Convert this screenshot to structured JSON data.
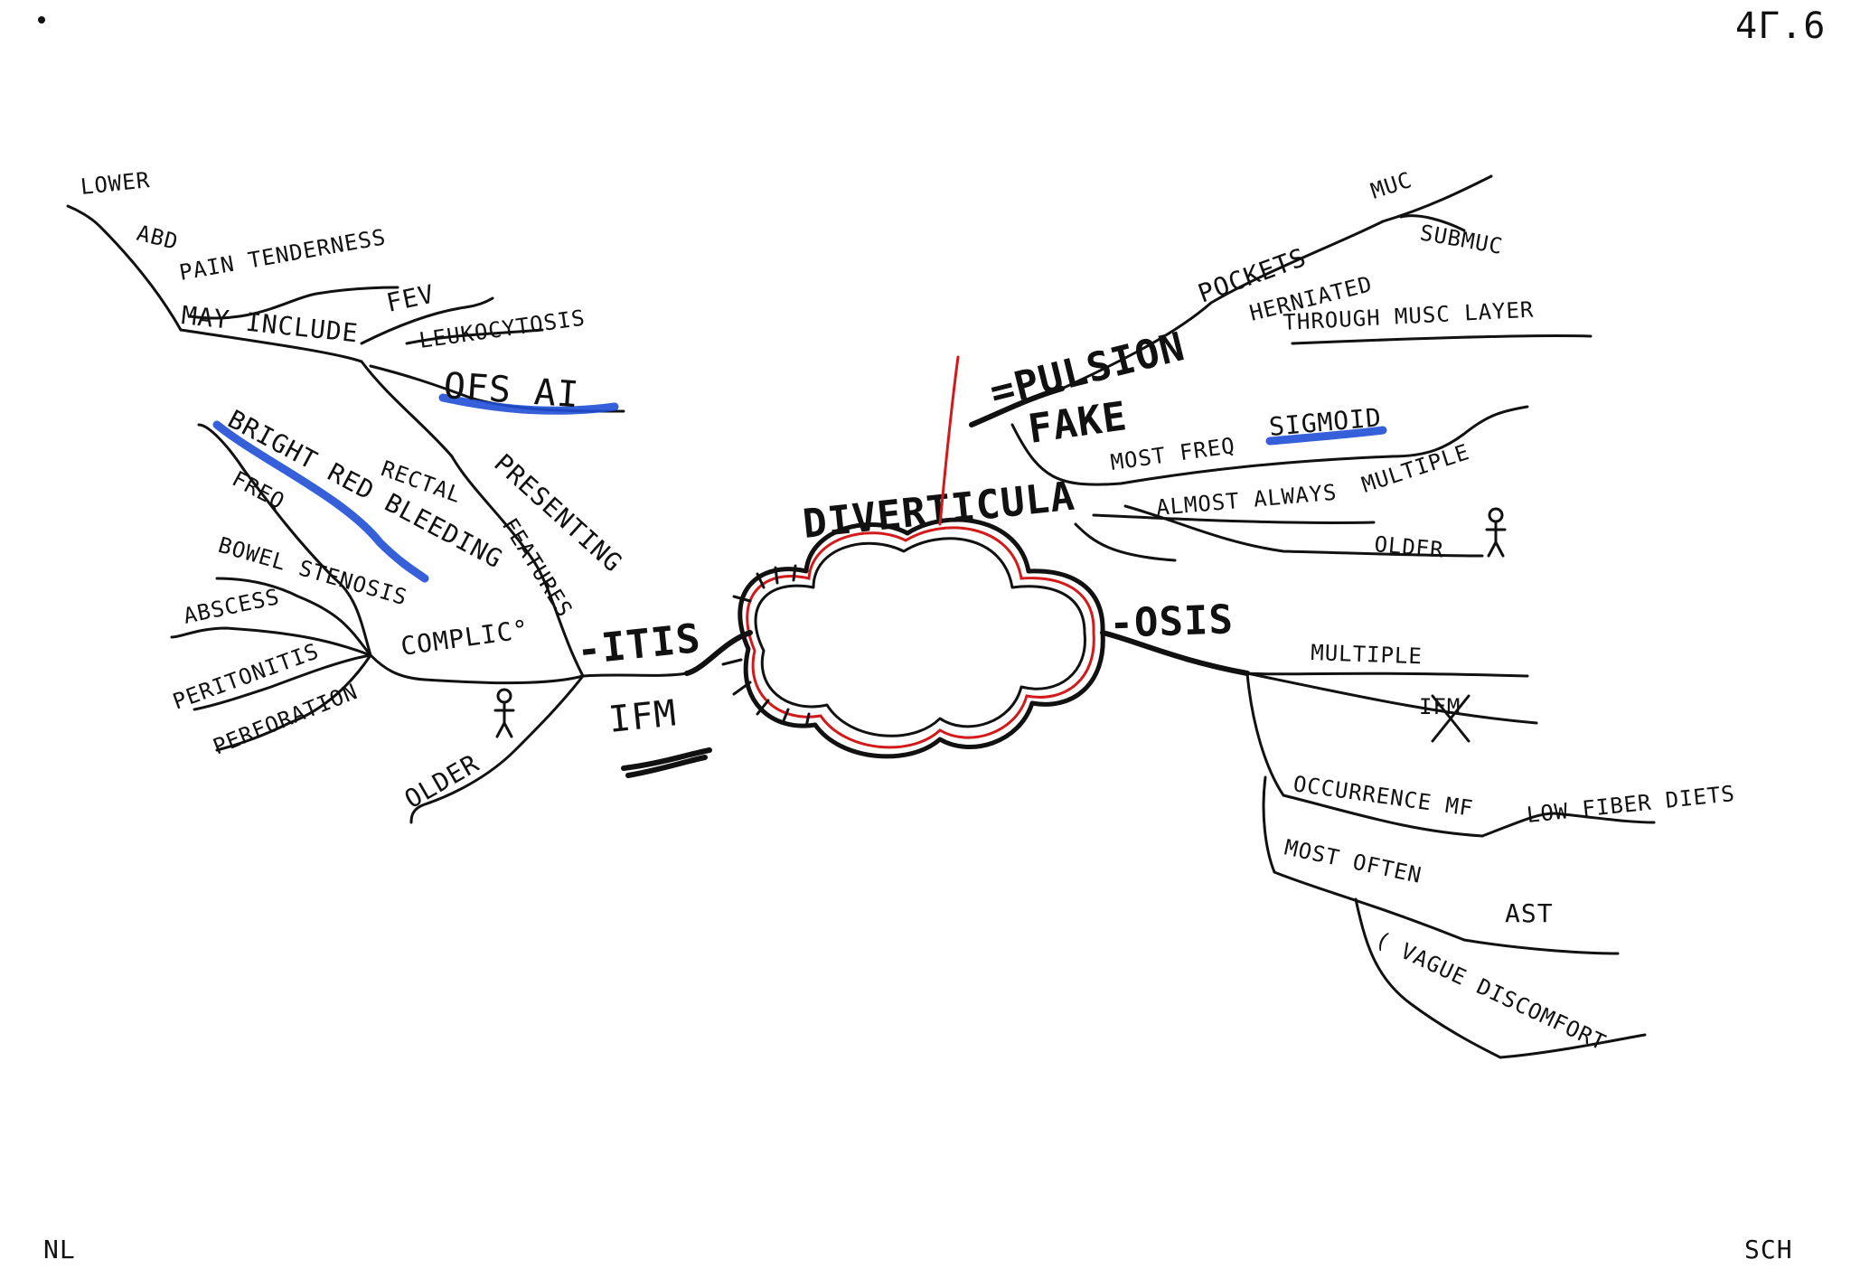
{
  "corners": {
    "top_right": "4Γ.6",
    "bottom_left": "NL",
    "bottom_right": "SCH"
  },
  "center": {
    "title": "DIVERTICULA"
  },
  "right_upper": {
    "branch": "=PULSION",
    "pockets": "POCKETS",
    "muc": "MUC",
    "submuc": "SUBMUC",
    "herniated": "HERNIATED",
    "through": "THROUGH MUSC LAYER",
    "fake": "FAKE",
    "most_freq": "MOST FREQ",
    "sigmoid": "SIGMOID",
    "almost": "ALMOST ALWAYS",
    "multiple": "MULTIPLE",
    "older": "OLDER"
  },
  "right_lower": {
    "branch": "-OSIS",
    "multiple": "MULTIPLE",
    "ifm": "IFM",
    "occurrence": "OCCURRENCE MF",
    "low_fiber": "LOW FIBER DIETS",
    "most_often": "MOST OFTEN",
    "ast": "AST",
    "vague": "( VAGUE DISCOMFORT"
  },
  "left": {
    "branch": "-ITIS",
    "ifm": "IFM",
    "presenting": "PRESENTING",
    "features": "FEATURES",
    "may_include": "MAY INCLUDE",
    "lower": "LOWER",
    "abd": "ABD",
    "pain": "PAIN TENDERNESS",
    "fev": "FEV",
    "leukocytosis": "LEUKOCYTOSIS",
    "ofs_ai": "OFS AI",
    "complic": "COMPLIC°",
    "bright": "BRIGHT RED BLEEDING",
    "rectal": "RECTAL",
    "freq": "FREQ",
    "bowel": "BOWEL STENOSIS",
    "abscess": "ABSCESS",
    "peritonitis": "PERITONITIS",
    "perforation": "PERFORATION",
    "older": "OLDER"
  }
}
